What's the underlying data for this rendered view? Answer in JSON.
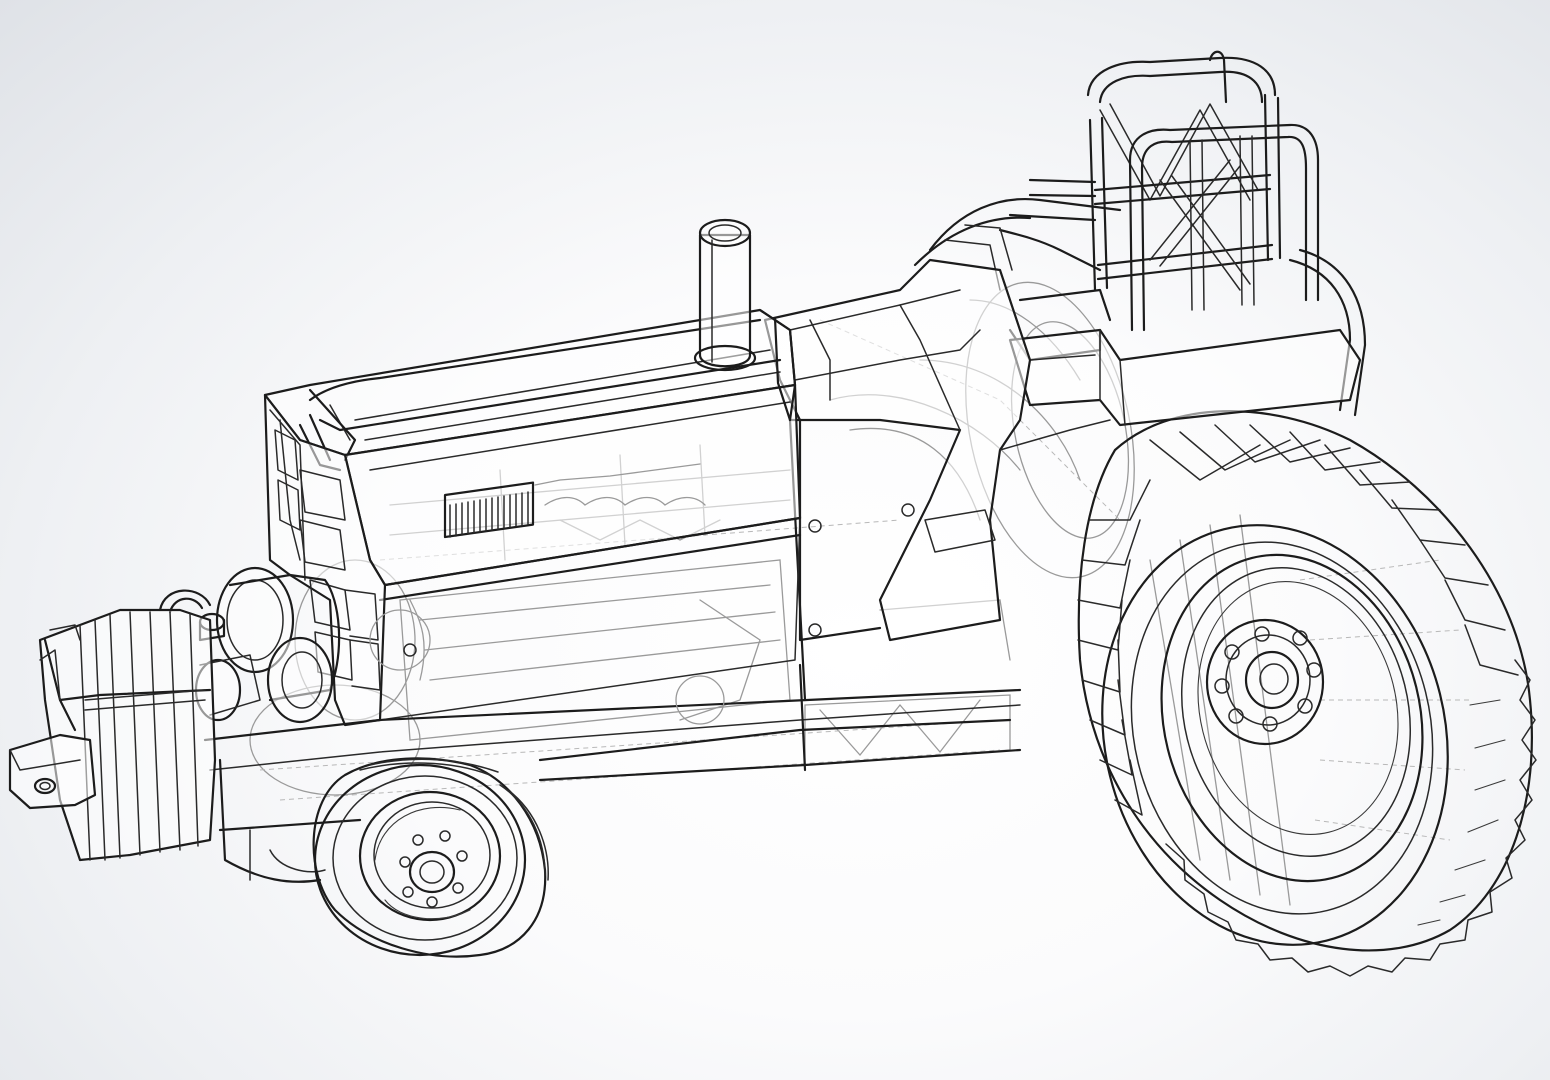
{
  "view": {
    "style": "wireframe-hidden-lines-visible",
    "background_colors": [
      "#ffffff",
      "#eef0f3",
      "#dfe2e7"
    ],
    "line_color": "#1c1c1c",
    "hidden_line_color": "#9a9a9a"
  },
  "model": {
    "subject": "pulling tractor",
    "parts": [
      "front-weight-stack",
      "front-hitch",
      "fuel-tanks",
      "grille",
      "hood",
      "exhaust-stack",
      "engine-side-panel",
      "vent-grille",
      "cowl",
      "fender",
      "seat",
      "roll-cage",
      "chassis-rail",
      "front-wheel",
      "rear-wheel"
    ]
  }
}
